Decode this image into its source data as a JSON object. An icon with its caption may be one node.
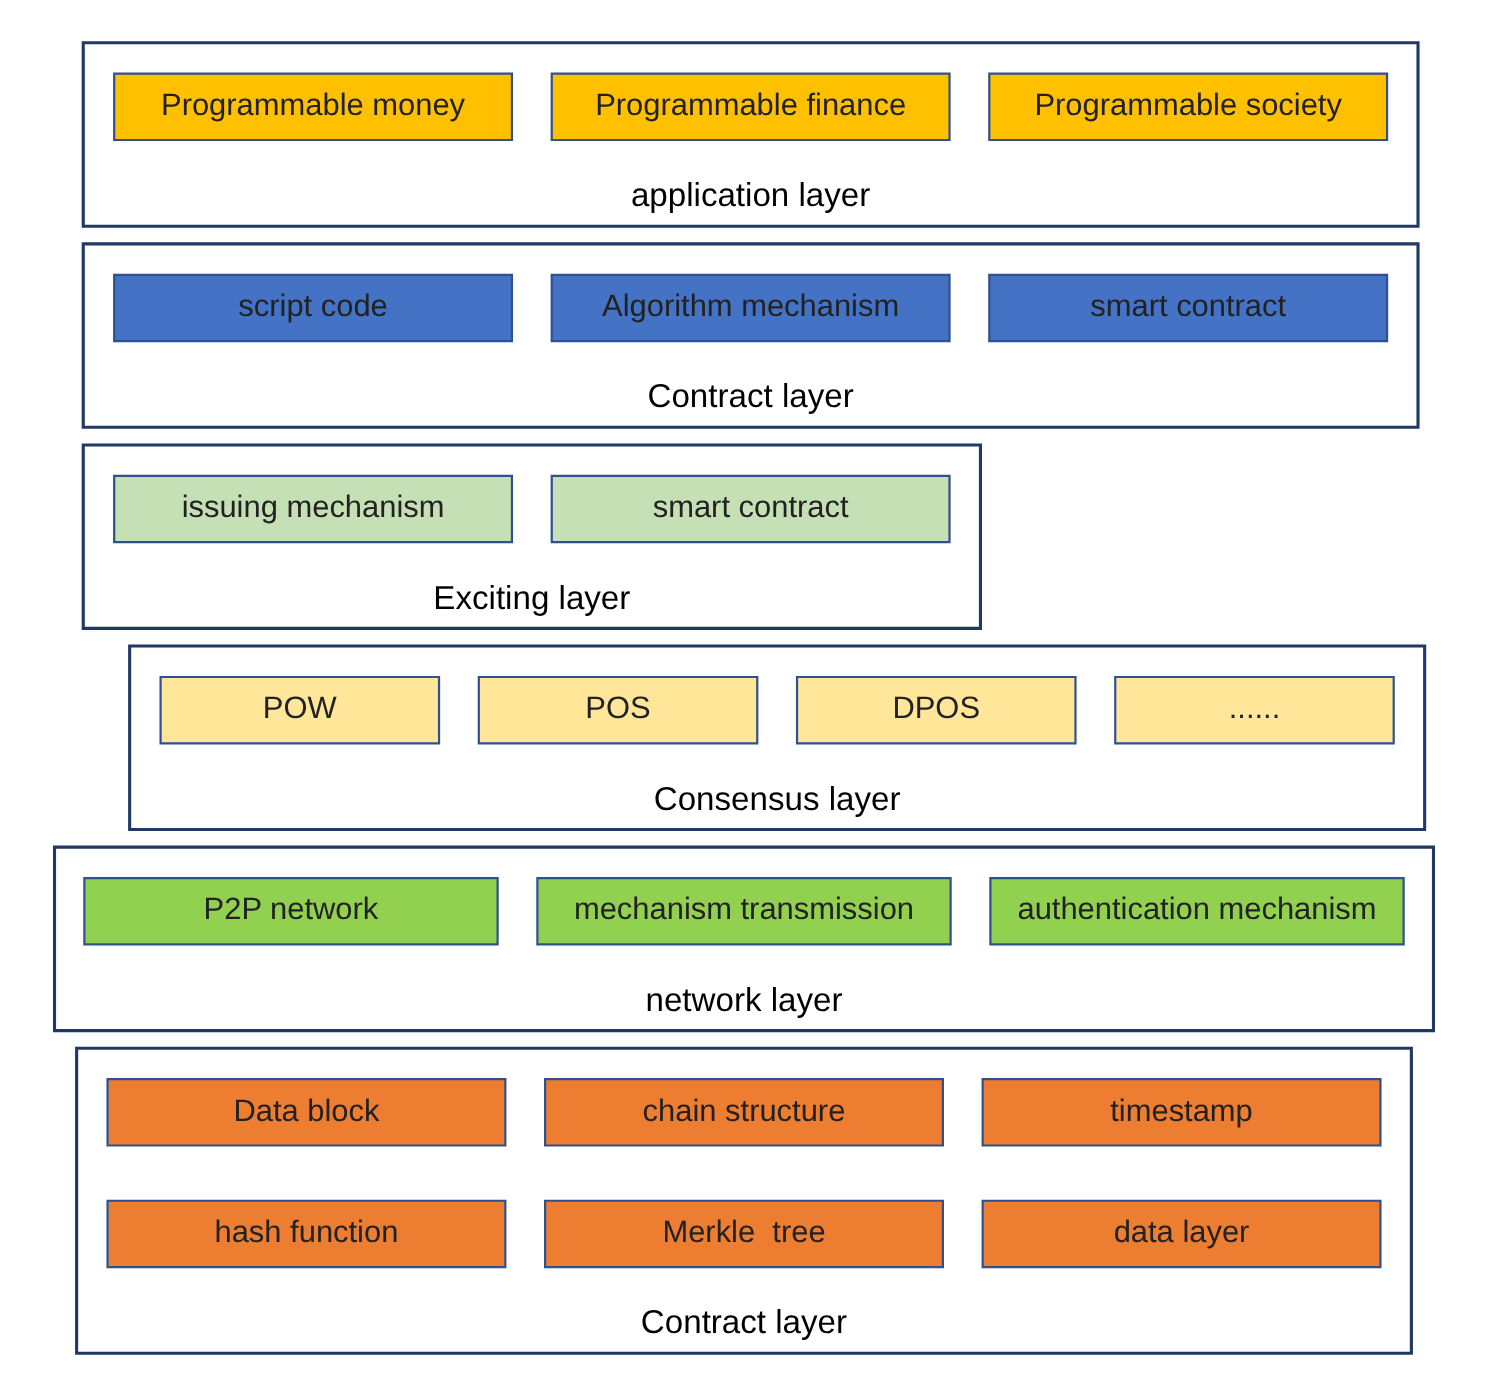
{
  "diagram": {
    "nodes": [
      {
        "text": [
          "application layer"
        ]
      },
      {
        "text": [
          "Programmable money"
        ],
        "in": 0
      },
      {
        "text": [
          "Programmable finance"
        ],
        "in": 0
      },
      {
        "text": [
          "Programmable society"
        ],
        "in": 0
      },
      {
        "text": [
          "Contract layer"
        ]
      },
      {
        "text": [
          "script code"
        ],
        "in": 4
      },
      {
        "text": [
          "Algorithm mechanism"
        ],
        "in": 4
      },
      {
        "text": [
          "smart contract"
        ],
        "in": 4
      },
      {
        "text": [
          "Exciting layer"
        ]
      },
      {
        "text": [
          "issuing mechanism"
        ],
        "in": 8
      },
      {
        "text": [
          "smart contract"
        ],
        "in": 8
      },
      {
        "text": [
          "Consensus layer"
        ]
      },
      {
        "text": [
          "POW"
        ],
        "in": 11
      },
      {
        "text": [
          "POS"
        ],
        "in": 11
      },
      {
        "text": [
          "DPOS"
        ],
        "in": 11
      },
      {
        "text": [
          "......"
        ],
        "in": 11
      },
      {
        "text": [
          "network layer"
        ]
      },
      {
        "text": [
          "P2P network"
        ],
        "in": 16
      },
      {
        "text": [
          "mechanism transmission"
        ],
        "in": 16
      },
      {
        "text": [
          "authentication mechanism"
        ],
        "in": 16
      },
      {
        "text": [
          "Contract layer"
        ]
      },
      {
        "text": [
          "Data block"
        ],
        "in": 20
      },
      {
        "text": [
          "chain structure"
        ],
        "in": 20
      },
      {
        "text": [
          "timestamp"
        ],
        "in": 20
      },
      {
        "text": [
          "hash function"
        ],
        "in": 20
      },
      {
        "text": [
          "Merkle  tree"
        ],
        "in": 20
      },
      {
        "text": [
          "data layer"
        ],
        "in": 20
      }
    ]
  }
}
